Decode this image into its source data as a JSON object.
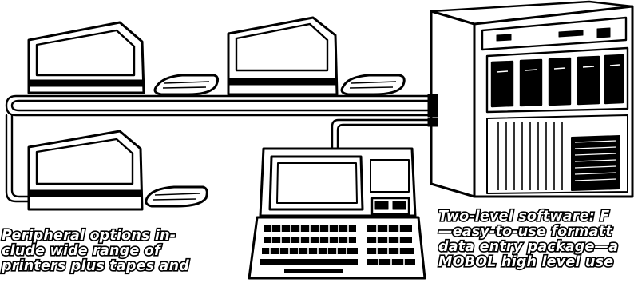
{
  "captions": {
    "peripherals": [
      "Peripheral options in-",
      "clude wide range of",
      "printers plus tapes and"
    ],
    "software": [
      "Two-level software: F",
      "—easy-to-use formatt",
      "data entry package—a",
      "MOBOL high level use"
    ]
  },
  "colors": {
    "ink": "#000000",
    "paper": "#ffffff"
  }
}
